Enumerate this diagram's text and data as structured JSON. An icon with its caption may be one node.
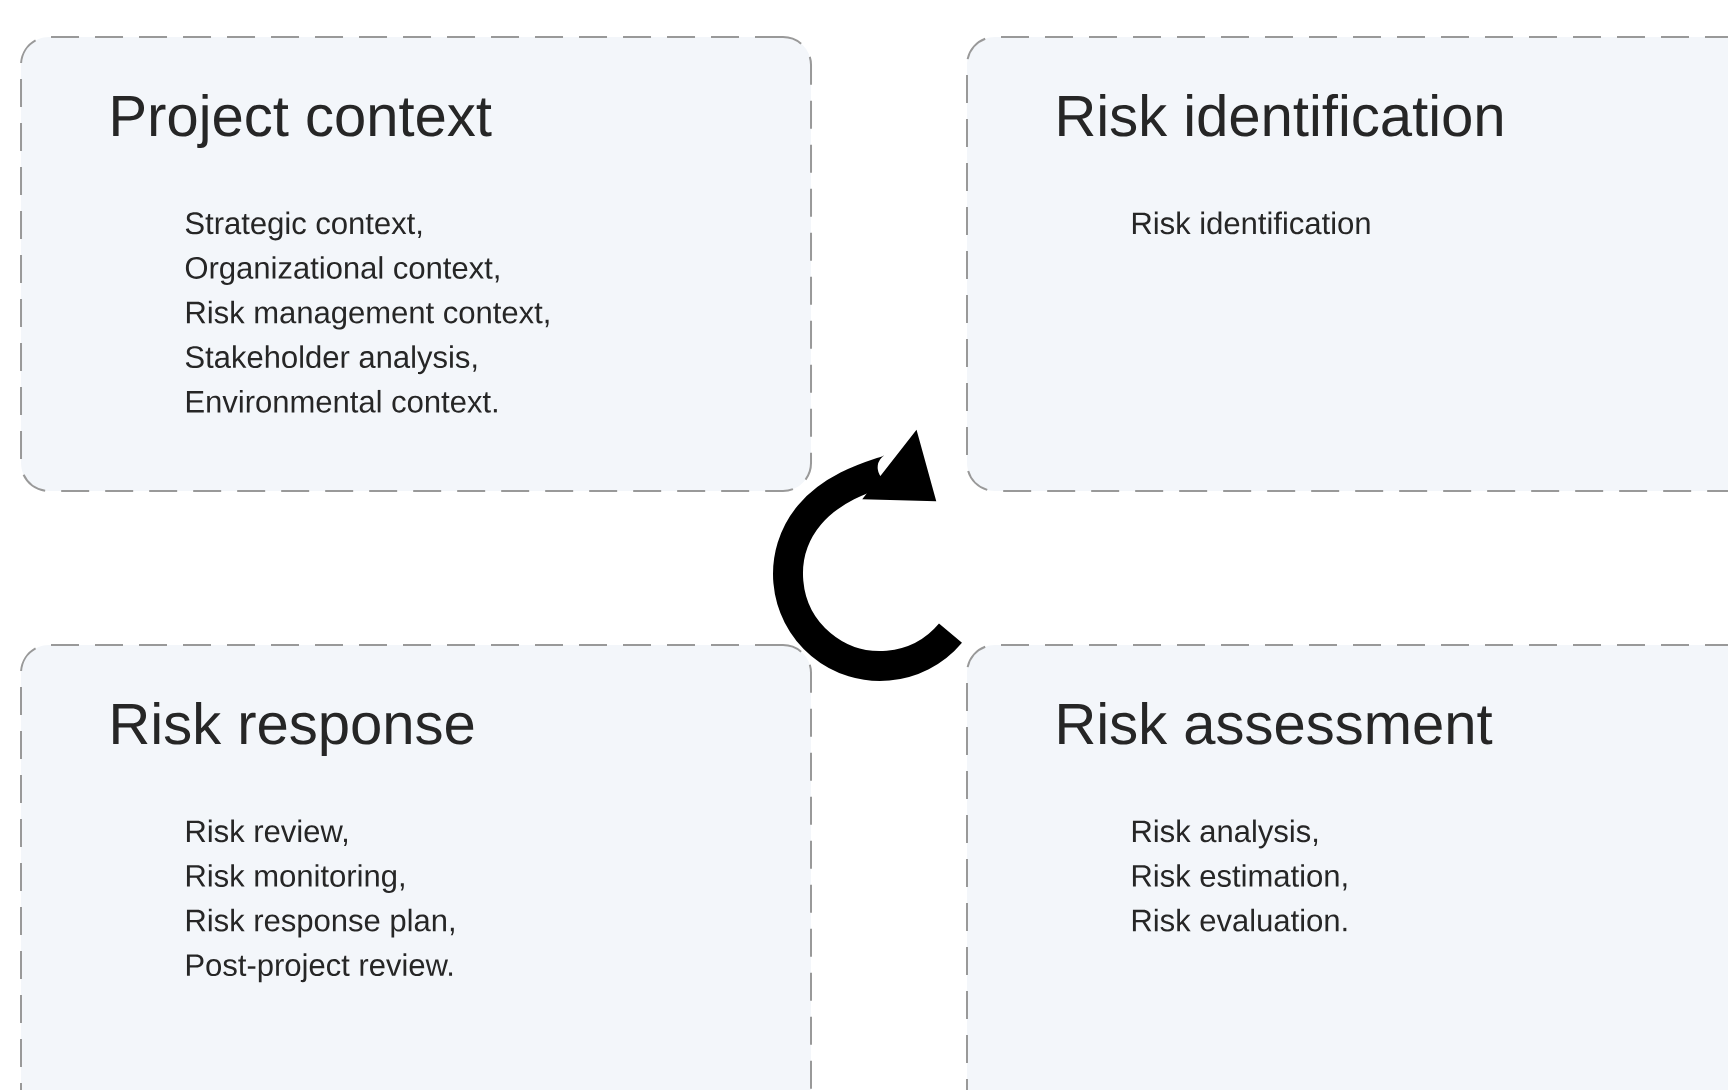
{
  "diagram": {
    "nodes": [
      {
        "text": [
          "Project context",
          "Strategic context,",
          "Organizational context,",
          "Risk management context,",
          "Stakeholder analysis,",
          "Environmental context."
        ]
      },
      {
        "text": [
          "Risk identification",
          "Risk identification"
        ]
      },
      {
        "text": [
          "Risk response",
          "Risk review,",
          "Risk monitoring,",
          "Risk response plan,",
          "Post-project review."
        ]
      },
      {
        "text": [
          "Risk assessment",
          "Risk analysis,",
          "Risk estimation,",
          "Risk evaluation."
        ]
      }
    ]
  }
}
